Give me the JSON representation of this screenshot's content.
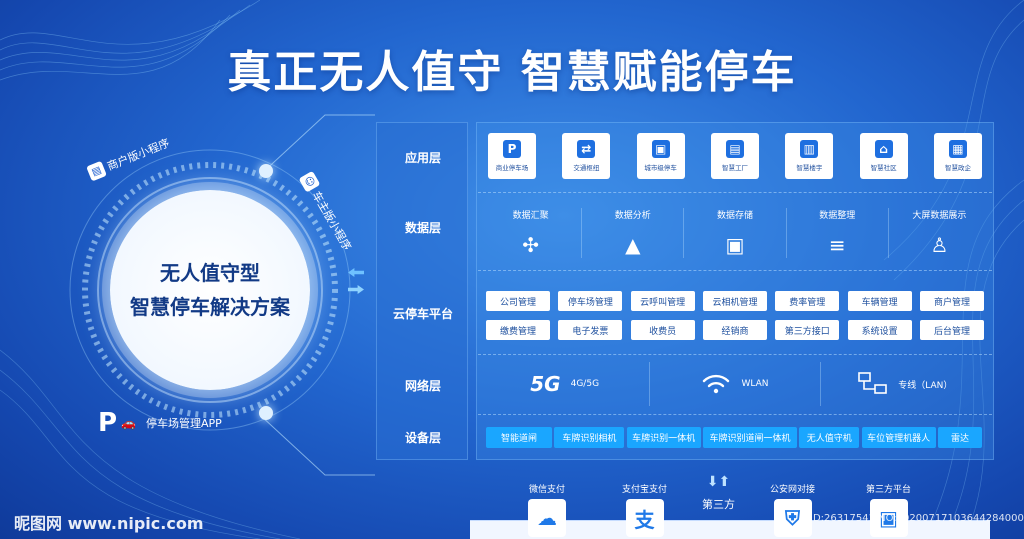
{
  "title": "真正无人值守  智慧赋能停车",
  "hub": {
    "line1": "无人值守型",
    "line2": "智慧停车解决方案",
    "merchant_app": "商户版小程序",
    "owner_app": "车主版小程序",
    "lot_app": "停车场管理APP"
  },
  "layers": {
    "application": "应用层",
    "data": "数据层",
    "cloud": "云停车平台",
    "network": "网络层",
    "device": "设备层"
  },
  "apps": [
    {
      "label": "商业停车场",
      "icon": "P"
    },
    {
      "label": "交通枢纽",
      "icon": "⇄"
    },
    {
      "label": "城市级停车",
      "icon": "▣"
    },
    {
      "label": "智慧工厂",
      "icon": "▤"
    },
    {
      "label": "智慧楼宇",
      "icon": "▥"
    },
    {
      "label": "智慧社区",
      "icon": "⌂"
    },
    {
      "label": "智慧政企",
      "icon": "▦"
    }
  ],
  "data_items": [
    {
      "label": "数据汇聚",
      "icon": "✣"
    },
    {
      "label": "数据分析",
      "icon": "▲"
    },
    {
      "label": "数据存储",
      "icon": "▣"
    },
    {
      "label": "数据整理",
      "icon": "≡"
    },
    {
      "label": "大屏数据展示",
      "icon": "♙"
    }
  ],
  "cloud_items": [
    "公司管理",
    "停车场管理",
    "云呼叫管理",
    "云相机管理",
    "费率管理",
    "车辆管理",
    "商户管理",
    "缴费管理",
    "电子发票",
    "收费员",
    "经销商",
    "第三方接口",
    "系统设置",
    "后台管理"
  ],
  "network": {
    "five_g": "5G",
    "cellular": "4G/5G",
    "wifi_icon": "wifi-icon",
    "wlan": "WLAN",
    "lan": "专线（LAN）"
  },
  "devices": [
    "智能道闸",
    "车牌识别相机",
    "车牌识别一体机",
    "车牌识别道闸一体机",
    "无人值守机",
    "车位管理机器人",
    "雷达"
  ],
  "payments": {
    "wechat": "微信支付",
    "alipay": "支付宝支付",
    "third": "第三方",
    "police": "公安网对接",
    "platform": "第三方平台"
  },
  "watermark": {
    "site": "昵图网 www.nipic.com",
    "id": "ID:26317541 NO:20200717103644284000"
  }
}
